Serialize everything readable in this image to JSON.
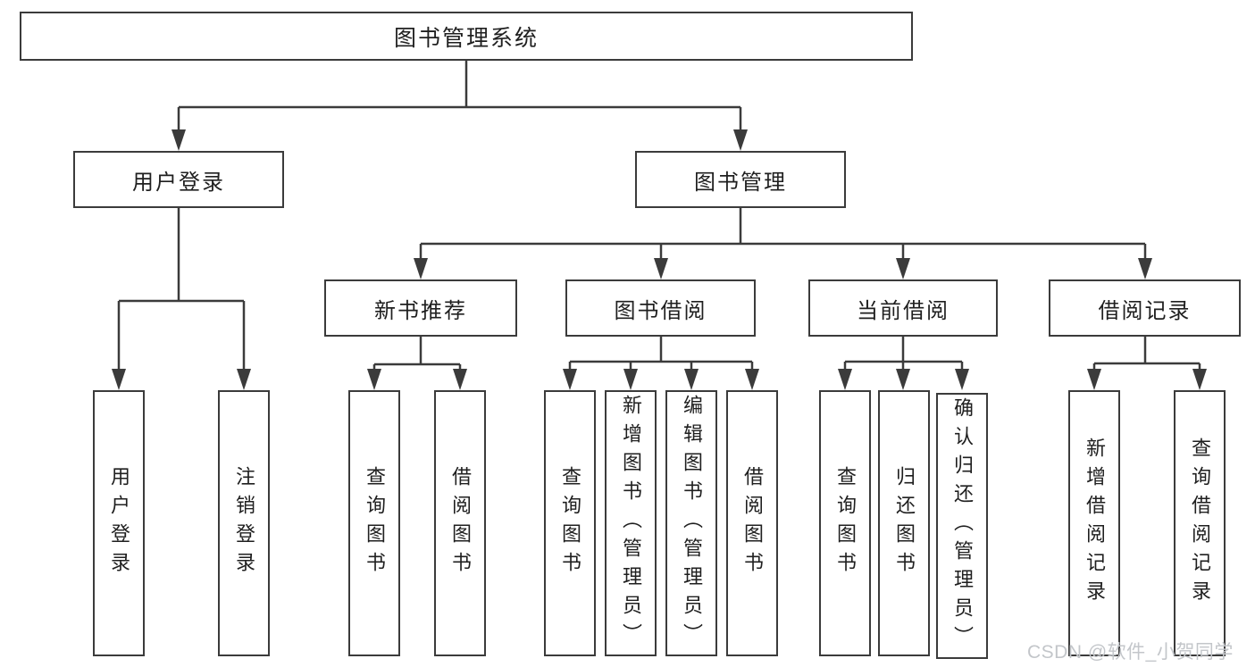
{
  "tree": {
    "root": "图书管理系统",
    "level2": [
      "用户登录",
      "图书管理"
    ],
    "level3": [
      "新书推荐",
      "图书借阅",
      "当前借阅",
      "借阅记录"
    ],
    "leaves": {
      "user_login": [
        "用户登录",
        "注销登录"
      ],
      "new_books": [
        "查询图书",
        "借阅图书"
      ],
      "book_borrow": [
        "查询图书",
        "新增图书（管理员）",
        "编辑图书（管理员）",
        "借阅图书"
      ],
      "current_borrow": [
        "查询图书",
        "归还图书",
        "确认归还（管理员）"
      ],
      "borrow_records": [
        "新增借阅记录",
        "查询借阅记录"
      ]
    }
  },
  "watermark": "CSDN @软件_小贺同学",
  "colors": {
    "background": "#ffffff",
    "border": "#3b3b3b",
    "line": "#3b3b3b",
    "text": "#1f1f1f",
    "watermark": "#c3c6ca"
  }
}
